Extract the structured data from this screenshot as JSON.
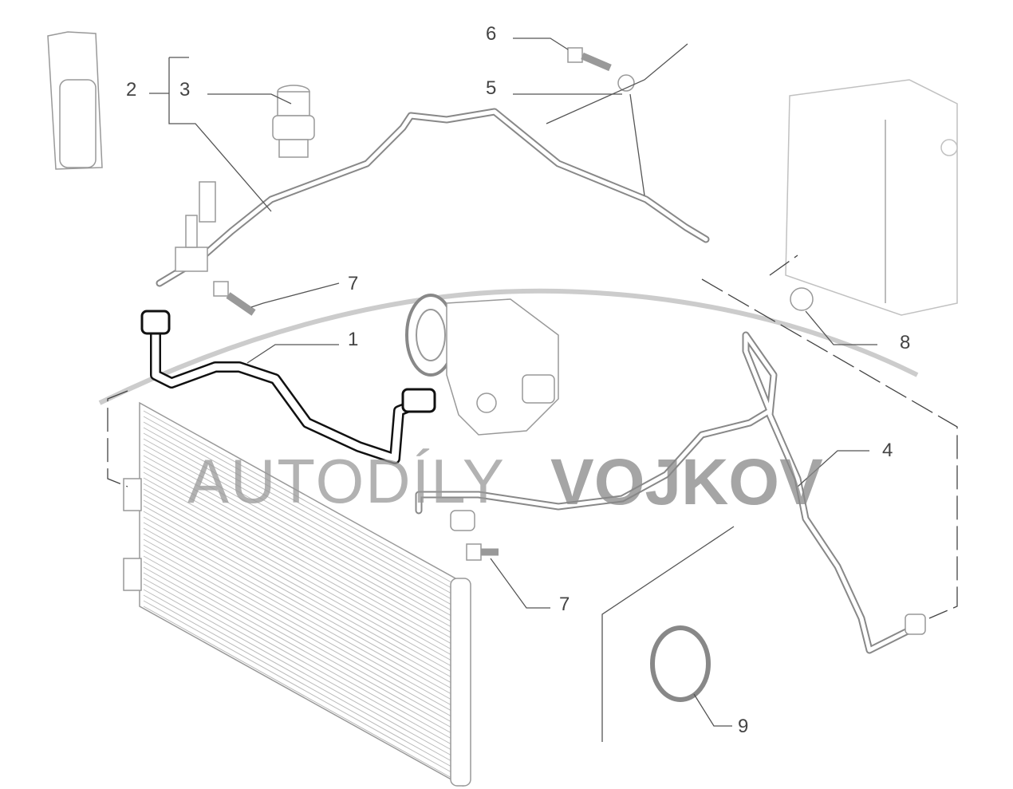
{
  "diagram": {
    "title": "Air conditioning system pipes - exploded parts diagram",
    "callouts": [
      {
        "id": "c1",
        "label": "1"
      },
      {
        "id": "c2",
        "label": "2"
      },
      {
        "id": "c3",
        "label": "3"
      },
      {
        "id": "c4",
        "label": "4"
      },
      {
        "id": "c5",
        "label": "5"
      },
      {
        "id": "c6",
        "label": "6"
      },
      {
        "id": "c7a",
        "label": "7"
      },
      {
        "id": "c7b",
        "label": "7"
      },
      {
        "id": "c8",
        "label": "8"
      },
      {
        "id": "c9",
        "label": "9"
      }
    ]
  },
  "watermark": {
    "part1": "AUTODÍLY",
    "part2": "VOJKOV",
    "color": "#888888"
  }
}
